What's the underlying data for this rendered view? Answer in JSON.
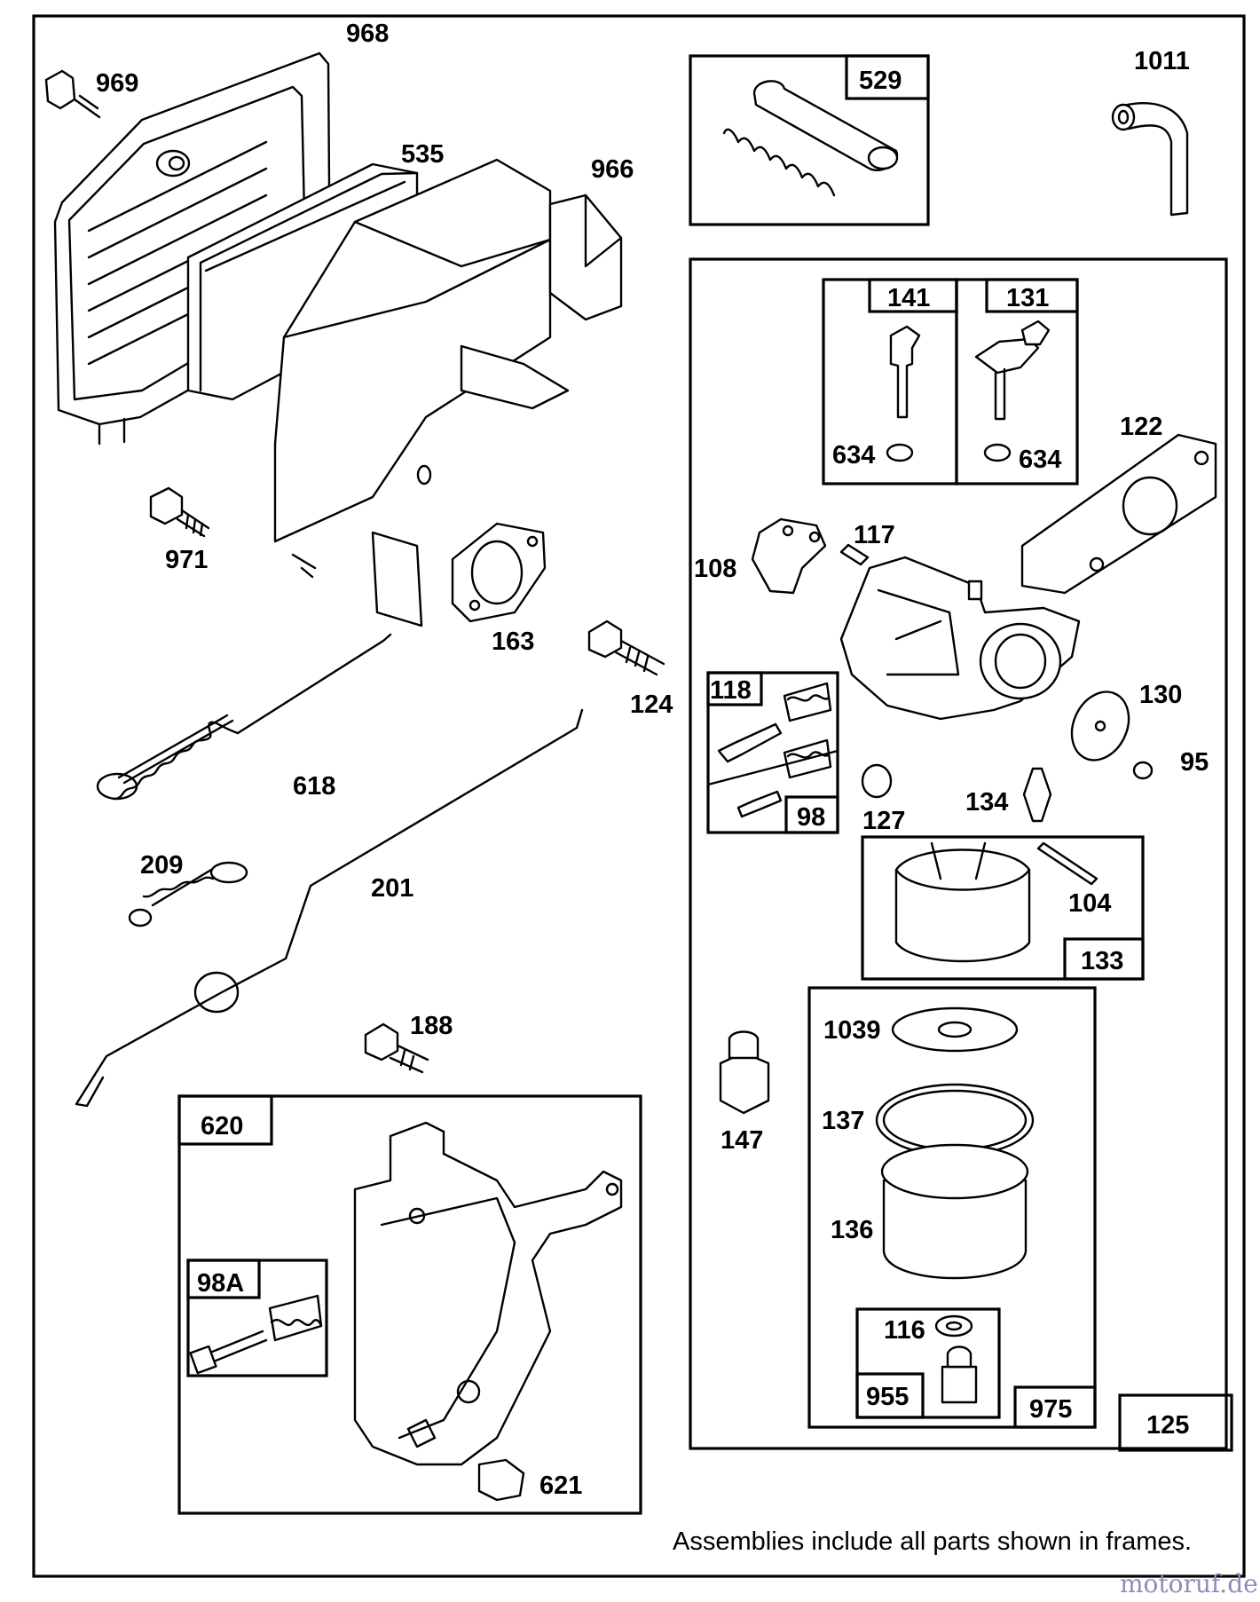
{
  "part_labels": {
    "p968": "968",
    "p969": "969",
    "p535": "535",
    "p966": "966",
    "p971": "971",
    "p163": "163",
    "p124": "124",
    "p618": "618",
    "p209": "209",
    "p201": "201",
    "p188": "188",
    "p620": "620",
    "p98A": "98A",
    "p621": "621",
    "p529": "529",
    "p1011": "1011",
    "p141": "141",
    "p131": "131",
    "p634a": "634",
    "p634b": "634",
    "p122": "122",
    "p108": "108",
    "p117": "117",
    "p118": "118",
    "p98": "98",
    "p130": "130",
    "p95": "95",
    "p127": "127",
    "p134": "134",
    "p104": "104",
    "p133": "133",
    "p1039": "1039",
    "p147": "147",
    "p137": "137",
    "p136": "136",
    "p116": "116",
    "p955": "955",
    "p975": "975",
    "p125": "125"
  },
  "footer_note": "Assemblies include all parts shown in frames.",
  "watermark": "motoruf.de",
  "colors": {
    "ink": "#000000",
    "background": "#ffffff",
    "watermark": "#8a8fb8"
  }
}
